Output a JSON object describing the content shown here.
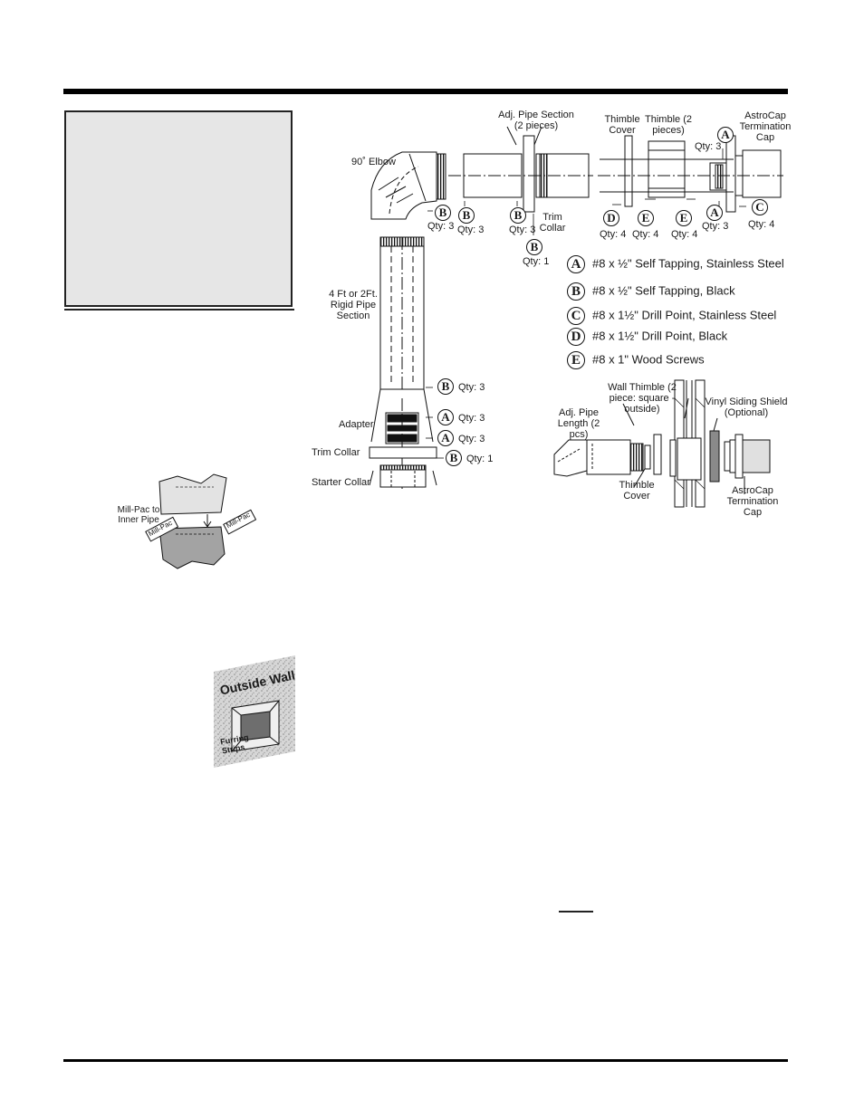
{
  "labels": {
    "elbow": "90˚ Elbow",
    "adj_pipe": "Adj. Pipe Section (2 pieces)",
    "thimble_cover": "Thimble Cover",
    "thimble": "Thimble (2 pieces)",
    "astrocap": "AstroCap Termination Cap",
    "trim_collar_top": "Trim Collar",
    "rigid_pipe": "4 Ft or 2Ft. Rigid Pipe Section",
    "adapter": "Adapter",
    "trim_collar": "Trim Collar",
    "starter_collar": "Starter Collar",
    "mill_pac_callout": "Mill-Pac to Inner Pipe",
    "mill_pac_tube": "Mill-Pac",
    "outside_wall": "Outside Wall",
    "furring_strips": "Furring Strips",
    "wall_thimble": "Wall Thimble (2 piece: square - outside)",
    "adj_pipe_length": "Adj. Pipe Length (2 pcs)",
    "vinyl_shield": "Vinyl Siding Shield (Optional)",
    "thimble_cover_2": "Thimble Cover",
    "astrocap_2": "AstroCap Termination Cap"
  },
  "callouts": {
    "elbow_b": {
      "letter": "B",
      "qty": "Qty: 3"
    },
    "adj_b1": {
      "letter": "B",
      "qty": "Qty: 3"
    },
    "adj_b2": {
      "letter": "B",
      "qty": "Qty: 3"
    },
    "trim_b": {
      "letter": "B",
      "qty": "Qty: 1"
    },
    "cap_a_top": {
      "letter": "A",
      "qty": "Qty: 3"
    },
    "d": {
      "letter": "D",
      "qty": "Qty: 4"
    },
    "e1": {
      "letter": "E",
      "qty": "Qty: 4"
    },
    "e2": {
      "letter": "E",
      "qty": "Qty: 4"
    },
    "a_bottom": {
      "letter": "A",
      "qty": "Qty: 3"
    },
    "c": {
      "letter": "C",
      "qty": "Qty: 4"
    },
    "pipe_b": {
      "letter": "B",
      "qty": "Qty: 3"
    },
    "adapter_a1": {
      "letter": "A",
      "qty": "Qty: 3"
    },
    "adapter_a2": {
      "letter": "A",
      "qty": "Qty: 3"
    },
    "collar_b": {
      "letter": "B",
      "qty": "Qty: 1"
    }
  },
  "legend": [
    {
      "letter": "A",
      "text": "#8 x ½\" Self Tapping, Stainless Steel"
    },
    {
      "letter": "B",
      "text": "#8 x ½\" Self Tapping, Black"
    },
    {
      "letter": "C",
      "text": "#8 x 1½\" Drill Point, Stainless Steel"
    },
    {
      "letter": "D",
      "text": "#8 x 1½\" Drill Point, Black"
    },
    {
      "letter": "E",
      "text": "#8 x 1\" Wood Screws"
    }
  ],
  "colors": {
    "rule": "#000000",
    "sidebar_fill": "#e6e6e6",
    "part_light": "#e0e0e0",
    "part_dark": "#9a9a9a"
  }
}
